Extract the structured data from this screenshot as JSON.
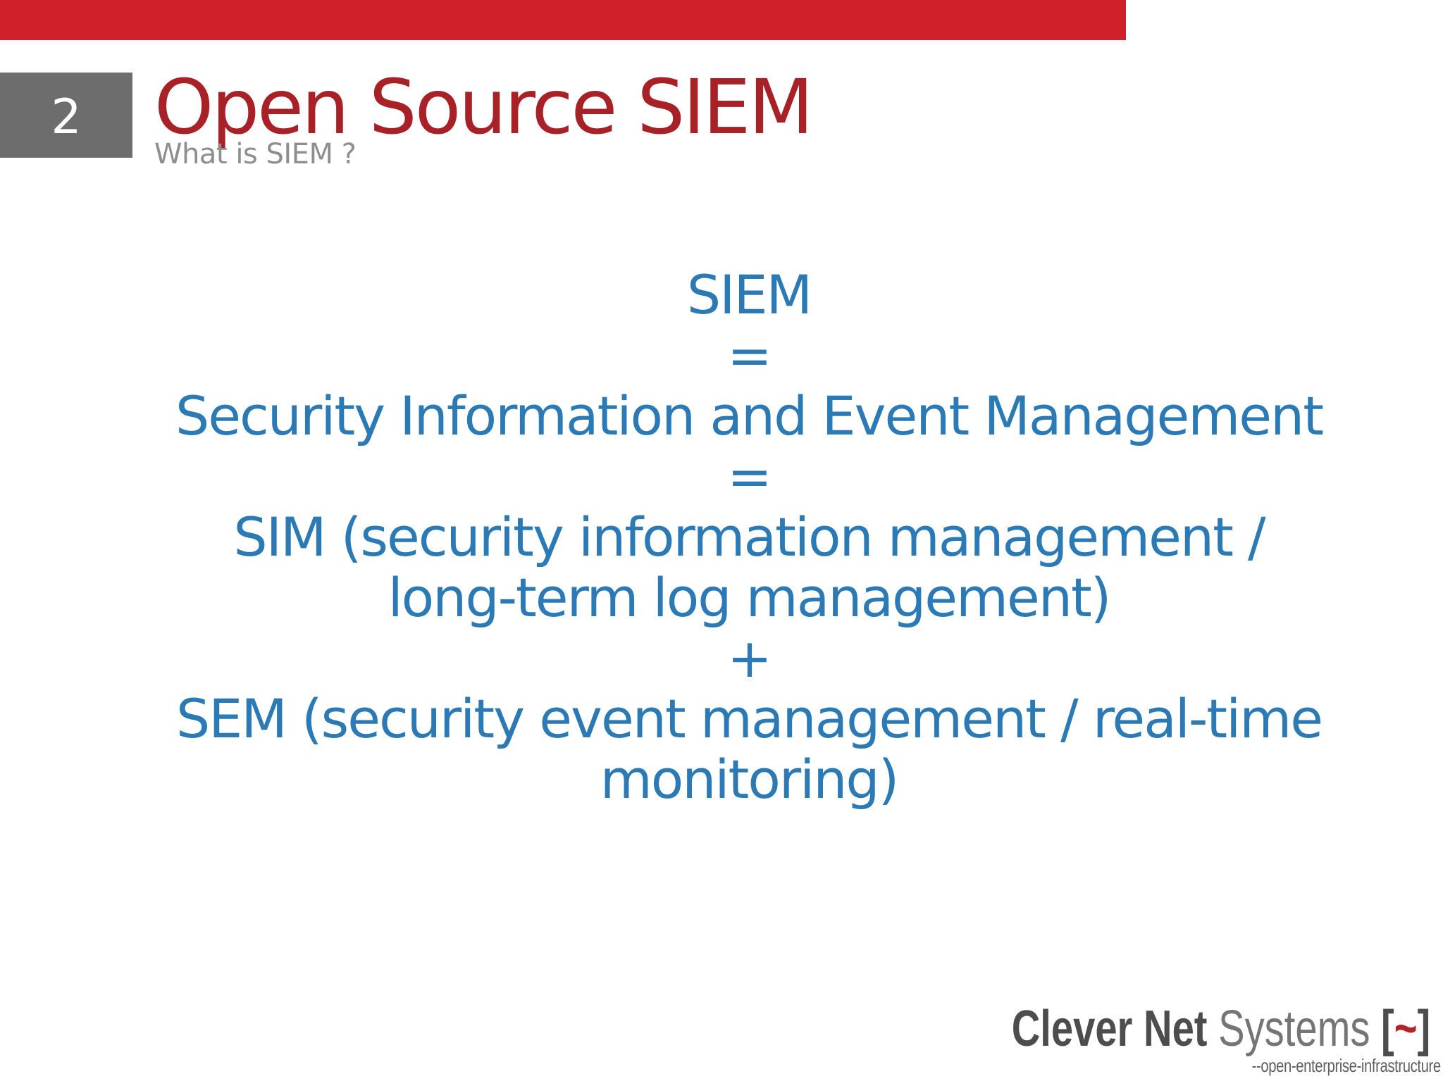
{
  "slide": {
    "number": "2",
    "title": "Open Source SIEM",
    "subtitle": "What is SIEM ?"
  },
  "body": {
    "lines": [
      "SIEM",
      "=",
      "Security Information and Event Management",
      "=",
      "SIM (security information management /",
      "long-term log management)",
      "+",
      "SEM (security event management / real-time",
      "monitoring)"
    ]
  },
  "footer": {
    "logo_strong": "Clever Net",
    "logo_light": " Systems ",
    "logo_bracket_open": "[",
    "logo_tilde": "~",
    "logo_bracket_close": "]",
    "tagline": "--open-enterprise-infrastructure"
  },
  "colors": {
    "top_bar_red": "#d0202a",
    "title_red": "#a72127",
    "subtitle_gray": "#8e8e8e",
    "number_box_gray": "#6d6d6d",
    "body_blue": "#2b7ab6",
    "logo_dark_gray": "#4d4d4d",
    "logo_light_gray": "#757575",
    "logo_tilde_red": "#b5232a",
    "tagline_gray": "#606060"
  }
}
